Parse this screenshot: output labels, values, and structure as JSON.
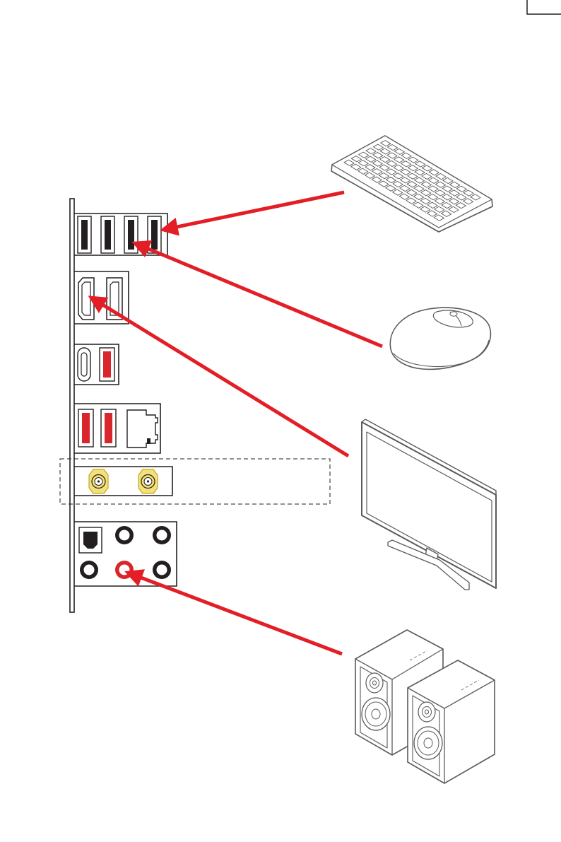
{
  "colors": {
    "arrow": "#e31e26",
    "usb_red": "#d9252c",
    "line": "#231f20",
    "port_fill": "#231f20",
    "gold": "#f2e07a",
    "gold_stroke": "#c9a623",
    "dashed": "#231f20",
    "device_stroke": "#595a5c",
    "device_fill": "#ffffff"
  },
  "io_panel": {
    "usb_ports_top": [
      "usb-a-port",
      "usb-a-port",
      "usb-a-port",
      "usb-a-port"
    ],
    "video_ports": [
      "hdmi-port",
      "displayport-port"
    ],
    "usb_c_group": [
      "usb-c-port",
      "usb-a-red-port"
    ],
    "lan_group": [
      "usb-a-red-port",
      "usb-a-red-port",
      "rj45-lan-port"
    ],
    "antenna_group": [
      "wifi-antenna-connector",
      "wifi-antenna-connector"
    ],
    "audio_group": [
      "optical-spdif-port",
      "audio-jack",
      "audio-jack",
      "audio-jack",
      "line-out-audio-jack",
      "audio-jack"
    ]
  },
  "devices": [
    "keyboard-icon",
    "mouse-icon",
    "monitor-icon",
    "speakers-icon"
  ],
  "connections": [
    {
      "from": "keyboard-icon",
      "to": "usb-a-port-4"
    },
    {
      "from": "mouse-icon",
      "to": "usb-a-port-3"
    },
    {
      "from": "monitor-icon",
      "to": "hdmi-port"
    },
    {
      "from": "speakers-icon",
      "to": "line-out-audio-jack"
    }
  ]
}
